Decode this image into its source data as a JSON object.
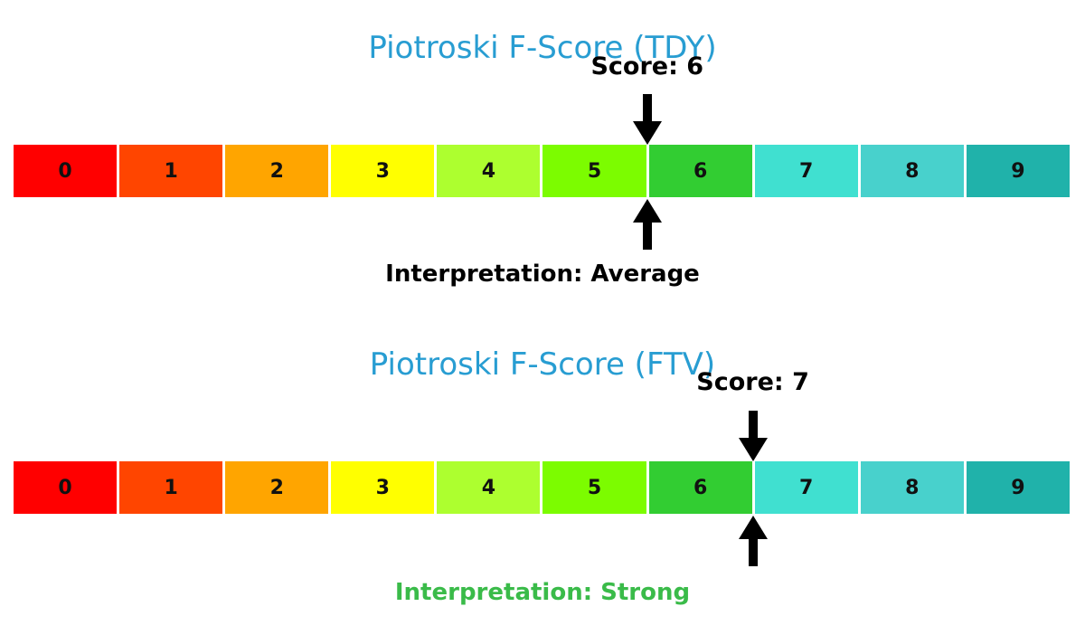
{
  "charts": [
    {
      "title": "Piotroski F-Score (TDY)",
      "title_color": "#289dd2",
      "score": 6,
      "score_label": "Score: 6",
      "interpretation_label": "Interpretation: Average",
      "interpretation_color": "#000000"
    },
    {
      "title": "Piotroski F-Score (FTV)",
      "title_color": "#289dd2",
      "score": 7,
      "score_label": "Score: 7",
      "interpretation_label": "Interpretation: Strong",
      "interpretation_color": "#3abb49"
    }
  ],
  "scale": {
    "cells": [
      {
        "label": "0",
        "color": "#ff0000"
      },
      {
        "label": "1",
        "color": "#ff4500"
      },
      {
        "label": "2",
        "color": "#ffa500"
      },
      {
        "label": "3",
        "color": "#ffff00"
      },
      {
        "label": "4",
        "color": "#adff2f"
      },
      {
        "label": "5",
        "color": "#7cfc00"
      },
      {
        "label": "6",
        "color": "#32cd32"
      },
      {
        "label": "7",
        "color": "#40e0d0"
      },
      {
        "label": "8",
        "color": "#48d1cc"
      },
      {
        "label": "9",
        "color": "#20b2aa"
      }
    ]
  },
  "chart_data": [
    {
      "type": "heatmap",
      "title": "Piotroski F-Score (TDY)",
      "subtitle": "Score: 6",
      "categories": [
        "0",
        "1",
        "2",
        "3",
        "4",
        "5",
        "6",
        "7",
        "8",
        "9"
      ],
      "cell_colors": [
        "#ff0000",
        "#ff4500",
        "#ffa500",
        "#ffff00",
        "#adff2f",
        "#7cfc00",
        "#32cd32",
        "#40e0d0",
        "#48d1cc",
        "#20b2aa"
      ],
      "score": 6,
      "annotations": [
        "Score: 6",
        "Interpretation: Average"
      ],
      "marker": "black arrows above and below the bar at the left edge of cell 6",
      "interpretation": "Average",
      "xlim": [
        0,
        10
      ],
      "legend_position": "none",
      "grid": false
    },
    {
      "type": "heatmap",
      "title": "Piotroski F-Score (FTV)",
      "subtitle": "Score: 7",
      "categories": [
        "0",
        "1",
        "2",
        "3",
        "4",
        "5",
        "6",
        "7",
        "8",
        "9"
      ],
      "cell_colors": [
        "#ff0000",
        "#ff4500",
        "#ffa500",
        "#ffff00",
        "#adff2f",
        "#7cfc00",
        "#32cd32",
        "#40e0d0",
        "#48d1cc",
        "#20b2aa"
      ],
      "score": 7,
      "annotations": [
        "Score: 7",
        "Interpretation: Strong"
      ],
      "marker": "black arrows above and below the bar at the left edge of cell 7",
      "interpretation": "Strong",
      "xlim": [
        0,
        10
      ],
      "legend_position": "none",
      "grid": false
    }
  ]
}
